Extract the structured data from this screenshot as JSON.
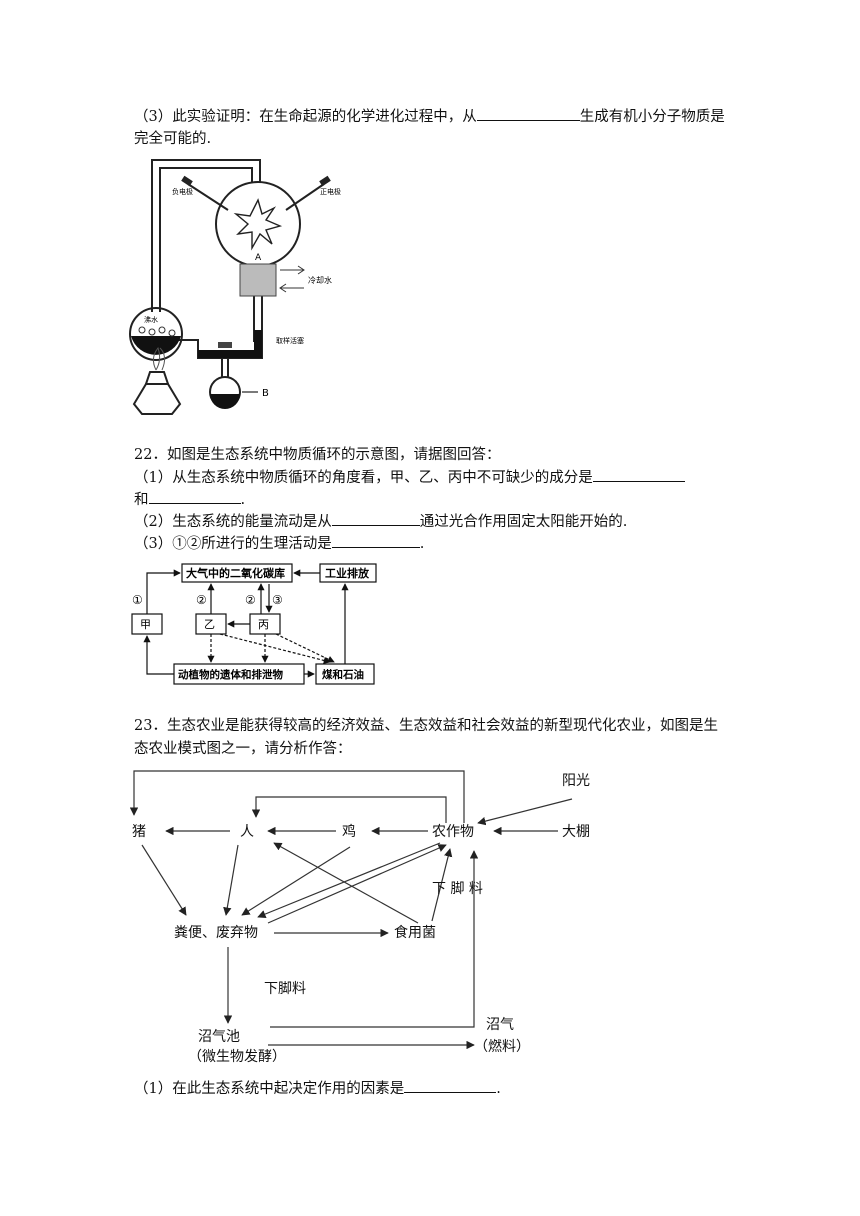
{
  "q21": {
    "part3_before": "（3）此实验证明：在生命起源的化学进化过程中，从",
    "part3_after": "生成有机小分子物质是",
    "part3_line2": "完全可能的.",
    "diagram": {
      "neg_electrode": "负电极",
      "pos_electrode": "正电极",
      "label_a": "A",
      "cooling_water": "冷却水",
      "boiling_water": "沸水",
      "sampling_valve": "取样活塞",
      "label_b": "B"
    }
  },
  "q22": {
    "stem": "22．如图是生态系统中物质循环的示意图，请据图回答：",
    "p1_before": "（1）从生态系统中物质循环的角度看，甲、乙、丙中不可缺少的成分是",
    "p1_line2": "和",
    "p1_end": ".",
    "p2_before": "（2）生态系统的能量流动是从",
    "p2_after": "通过光合作用固定太阳能开始的.",
    "p3_before": "（3）①②所进行的生理活动是",
    "p3_end": ".",
    "diagram": {
      "co2_pool": "大气中的二氧化碳库",
      "industry": "工业排放",
      "jia": "甲",
      "yi": "乙",
      "bing": "丙",
      "remains": "动植物的遗体和排泄物",
      "coal_oil": "煤和石油",
      "c1": "①",
      "c2a": "②",
      "c2b": "②",
      "c3": "③"
    }
  },
  "q23": {
    "stem_line1": "23．生态农业是能获得较高的经济效益、生态效益和社会效益的新型现代化农业，如图是生",
    "stem_line2": "态农业模式图之一，请分析作答：",
    "p1_before": "（1）在此生态系统中起决定作用的因素是",
    "p1_end": ".",
    "diagram": {
      "sunlight": "阳光",
      "greenhouse": "大棚",
      "crops": "农作物",
      "chicken": "鸡",
      "human": "人",
      "pig": "猪",
      "manure": "粪便、废弃物",
      "fungus": "食用菌",
      "fertilizer1": "下 脚 料",
      "fertilizer2": "下脚料",
      "digester": "沼气池",
      "digester_sub": "（微生物发酵）",
      "biogas": "沼气",
      "biogas_sub": "（燃料）"
    }
  }
}
